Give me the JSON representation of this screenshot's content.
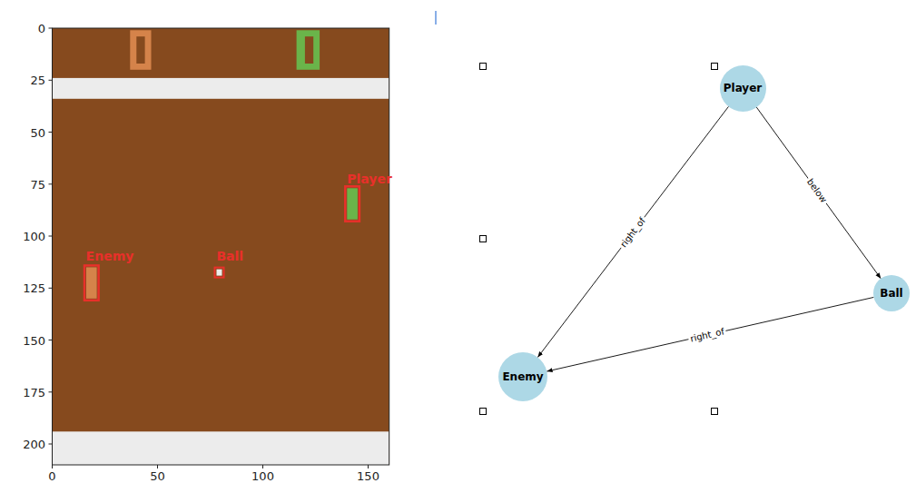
{
  "diagram": {
    "nodes": [
      {
        "text": [
          "Player"
        ]
      },
      {
        "text": [
          "Ball"
        ]
      },
      {
        "text": [
          "Enemy"
        ]
      }
    ],
    "edges": [
      {
        "from": 0,
        "to": 2,
        "label": "right_of",
        "arrow": "to"
      },
      {
        "from": 0,
        "to": 1,
        "label": "below",
        "arrow": "to"
      },
      {
        "from": 1,
        "to": 2,
        "label": "right_of",
        "arrow": "to"
      }
    ],
    "labels": [
      "0",
      "25",
      "50",
      "75",
      "100",
      "125",
      "150",
      "175",
      "200",
      "0",
      "50",
      "100",
      "150",
      "Player",
      "Enemy",
      "Ball"
    ]
  }
}
